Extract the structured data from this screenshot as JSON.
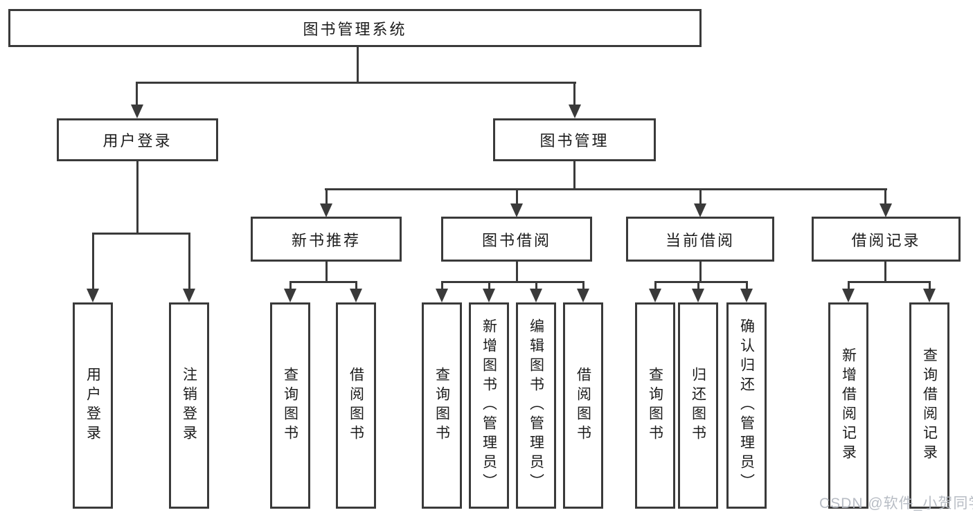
{
  "colors": {
    "line": "#3a3a3a",
    "text": "#1c1c1c",
    "watermark": "#b4b9c1",
    "bg": "#ffffff"
  },
  "nodes": {
    "root": "图书管理系统",
    "level2": [
      "用户登录",
      "图书管理"
    ],
    "level3": [
      "新书推荐",
      "图书借阅",
      "当前借阅",
      "借阅记录"
    ],
    "leaves_group1": [
      "用户登录",
      "注销登录"
    ],
    "leaves_group2": [
      "查询图书",
      "借阅图书"
    ],
    "leaves_group3": [
      "查询图书",
      "新增图书（管理员）",
      "编辑图书（管理员）",
      "借阅图书"
    ],
    "leaves_group4": [
      "查询图书",
      "归还图书",
      "确认归还（管理员）"
    ],
    "leaves_group5": [
      "新增借阅记录",
      "查询借阅记录"
    ]
  },
  "watermark": {
    "text": "CSDN @软件_小贺同学"
  }
}
